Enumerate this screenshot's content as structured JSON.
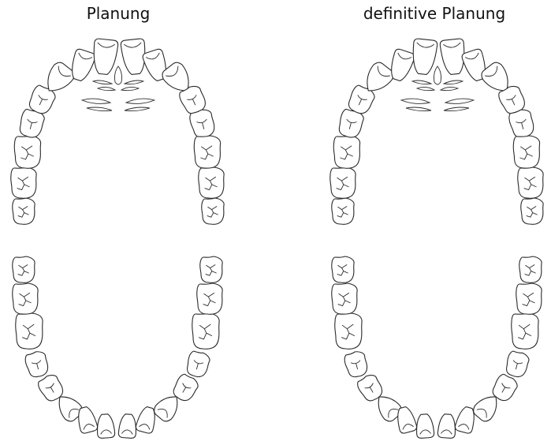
{
  "panels": [
    {
      "id": "planung",
      "title": "Planung"
    },
    {
      "id": "definitive-planung",
      "title": "definitive Planung"
    }
  ],
  "colors": {
    "outline": "#2a2a2a",
    "tooth_fill": "#ffffff",
    "background": "#ffffff"
  }
}
